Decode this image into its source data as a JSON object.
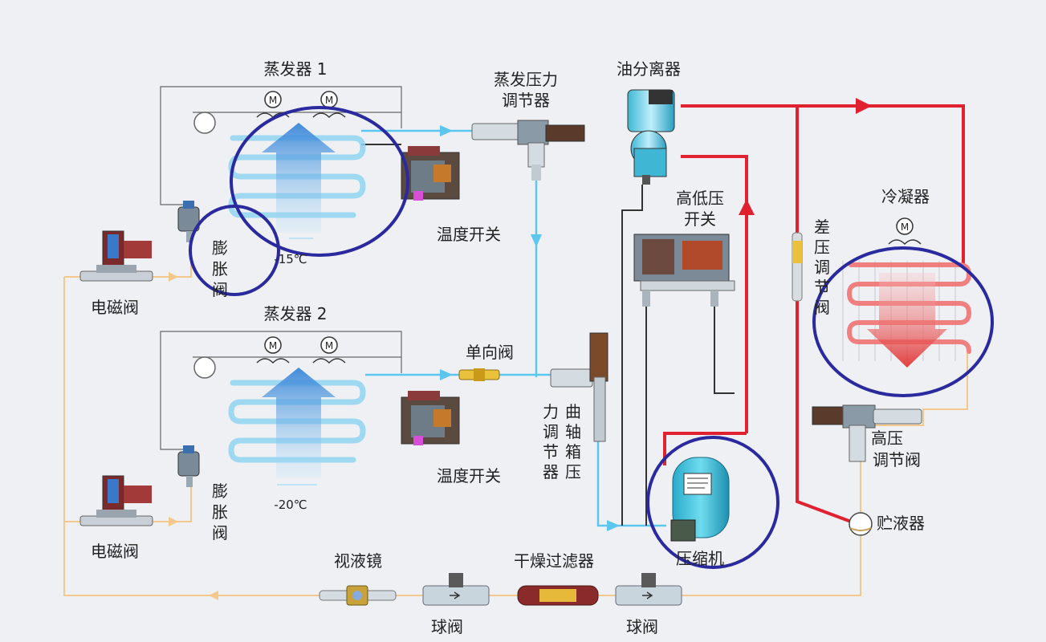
{
  "labels": {
    "evaporator1": "蒸发器 1",
    "evaporator2": "蒸发器 2",
    "evap_pressure_regulator_l1": "蒸发压力",
    "evap_pressure_regulator_l2": "调节器",
    "oil_separator": "油分离器",
    "temp_switch_1": "温度开关",
    "temp_switch_2": "温度开关",
    "hilo_switch_l1": "高低压",
    "hilo_switch_l2": "开关",
    "condenser": "冷凝器",
    "diff_valve": [
      "差",
      "压",
      "调",
      "节",
      "阀"
    ],
    "expansion_valve_1": [
      "膨",
      "胀",
      "阀"
    ],
    "expansion_valve_2": [
      "膨",
      "胀",
      "阀"
    ],
    "solenoid_valve_1": "电磁阀",
    "solenoid_valve_2": "电磁阀",
    "temp_1": "-15℃",
    "temp_2": "-20℃",
    "check_valve": "单向阀",
    "crankcase_col1": [
      "曲",
      "轴",
      "箱",
      "压"
    ],
    "crankcase_col2": [
      "力",
      "调",
      "节",
      "器"
    ],
    "hp_regulator_l1": "高压",
    "hp_regulator_l2": "调节阀",
    "compressor": "压缩机",
    "receiver": "贮液器",
    "sight_glass": "视液镜",
    "filter_drier": "干燥过滤器",
    "ball_valve_1": "球阀",
    "ball_valve_2": "球阀",
    "fan_letter": "M"
  },
  "colors": {
    "background": "#eef0f4",
    "suction_line": "#5bc6ee",
    "discharge_line": "#e0212f",
    "liquid_line": "#f2c98a",
    "control_line": "#333333",
    "highlight_circle": "#2a2a9e",
    "evaporator_coil": "#8fd3f0",
    "condenser_coil": "#f08080"
  }
}
